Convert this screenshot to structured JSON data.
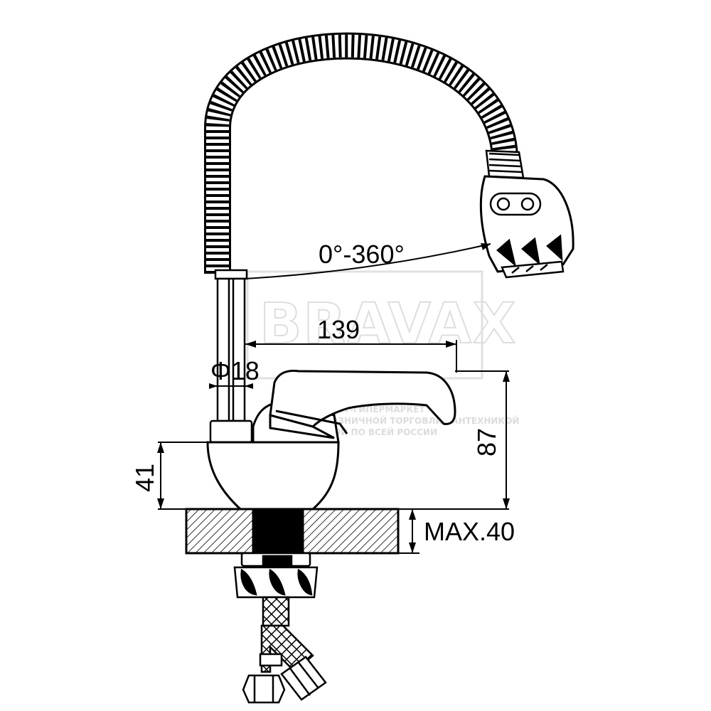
{
  "dimensions": {
    "rotation": "0°-360°",
    "reach": "139",
    "diameter": "Φ18",
    "height": "87",
    "base_height": "41",
    "max_thickness": "MAX.40"
  },
  "watermark": {
    "brand": "BRAVAX",
    "line1": "ИНТЕРНЕТ-ГИПЕРМАРКЕТ",
    "line2": "ОПТОВОЙ И РОЗНИЧНОЙ ТОРГОВЛИ САНТЕХНИКОЙ",
    "line3": "С ДОСТАВКОЙ ПО ВСЕЙ РОССИИ"
  },
  "colors": {
    "line": "#000000",
    "watermark": "#dedede"
  }
}
